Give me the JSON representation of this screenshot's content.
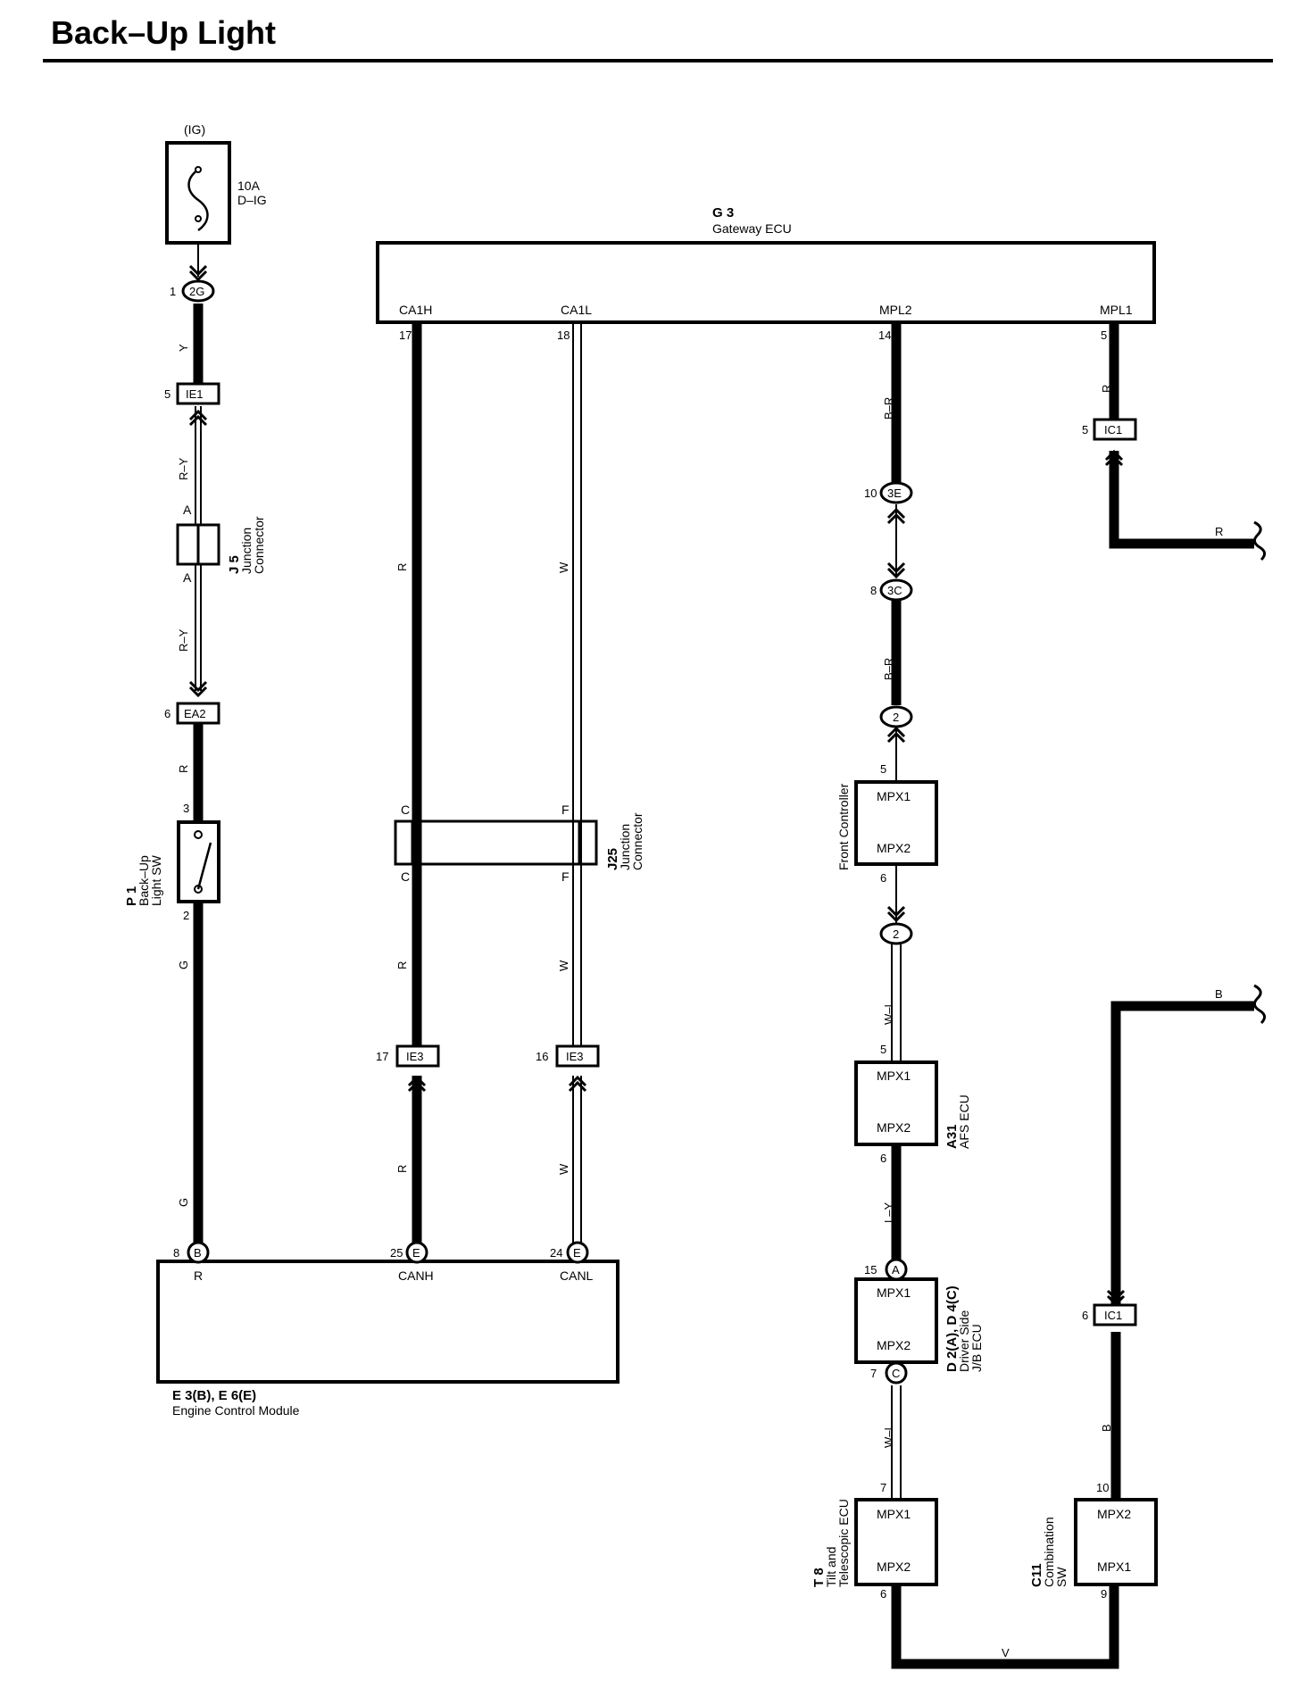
{
  "title": "Back–Up Light",
  "power": {
    "source": "(IG)",
    "fuse_rating": "10A",
    "fuse_name": "D–IG"
  },
  "gateway": {
    "code": "G 3",
    "name": "Gateway ECU",
    "pins": [
      "CA1H",
      "CA1L",
      "MPL2",
      "MPL1"
    ]
  },
  "ecm": {
    "code": "E 3(B), E 6(E)",
    "name": "Engine Control Module",
    "pins": [
      "R",
      "CANH",
      "CANL"
    ]
  },
  "j5": {
    "code": "J 5",
    "name1": "Junction",
    "name2": "Connector",
    "term": "A"
  },
  "j25": {
    "code": "J25",
    "name1": "Junction",
    "name2": "Connector",
    "term_left": "C",
    "term_right": "F"
  },
  "p1": {
    "code": "P 1",
    "name1": "Back–Up",
    "name2": "Light SW"
  },
  "front_controller": {
    "name": "Front Controller",
    "mpx1": "MPX1",
    "mpx2": "MPX2"
  },
  "afs": {
    "code": "A31",
    "name": "AFS ECU",
    "mpx1": "MPX1",
    "mpx2": "MPX2"
  },
  "driver_jb": {
    "code": "D 2(A), D 4(C)",
    "name1": "Driver Side",
    "name2": "J/B ECU",
    "mpx1": "MPX1",
    "mpx2": "MPX2"
  },
  "tilt": {
    "code": "T 8",
    "name1": "Tilt and",
    "name2": "Telescopic ECU",
    "mpx1": "MPX1",
    "mpx2": "MPX2"
  },
  "combo": {
    "code": "C11",
    "name1": "Combination",
    "name2": "SW",
    "mpx2": "MPX2",
    "mpx1": "MPX1"
  },
  "connectors": {
    "2G": "2G",
    "IE1": "IE1",
    "EA2": "EA2",
    "IE3": "IE3",
    "IC1": "IC1",
    "3E": "3E",
    "3C": "3C",
    "n2": "2",
    "B": "B",
    "E": "E",
    "A": "A",
    "C": "C"
  },
  "pins": {
    "p1": "1",
    "p2": "2",
    "p3": "3",
    "p5": "5",
    "p6": "6",
    "p7": "7",
    "p8": "8",
    "p9": "9",
    "p10": "10",
    "p14": "14",
    "p15": "15",
    "p16": "16",
    "p17": "17",
    "p18": "18",
    "p24": "24",
    "p25": "25"
  },
  "wires": {
    "Y": "Y",
    "RY": "R–Y",
    "R": "R",
    "G": "G",
    "W": "W",
    "BR": "B–R",
    "WL": "W–L",
    "LY": "L–Y",
    "B": "B",
    "V": "V"
  }
}
